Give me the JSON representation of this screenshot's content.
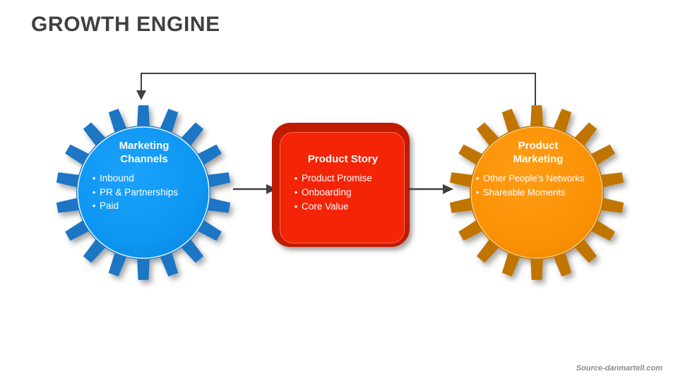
{
  "slide": {
    "title": "GROWTH ENGINE",
    "source": "Source-danmartell.com",
    "background": "#ffffff"
  },
  "colors": {
    "title_text": "#414141",
    "source_text": "#8c8c8c",
    "blue_fill": "#0d96f2",
    "blue_teeth": "#1a76c4",
    "red_fill": "#f42407",
    "red_frame": "#c11b02",
    "orange_fill": "#fb9104",
    "orange_teeth": "#c07503",
    "connector": "#404040"
  },
  "nodes": [
    {
      "id": "marketing-channels",
      "shape": "gear",
      "title": "Marketing\nChannels",
      "title_line1": "Marketing",
      "title_line2": "Channels",
      "bullets": [
        "Inbound",
        "PR & Partnerships",
        "Paid"
      ],
      "bullet_glyph": "•",
      "fill": "#0d96f2",
      "teeth_fill": "#1a76c4",
      "teeth_count": 18
    },
    {
      "id": "product-story",
      "shape": "rounded-rect",
      "title": "Product Story",
      "bullets": [
        "Product Promise",
        "Onboarding",
        "Core Value"
      ],
      "bullet_glyph": "•",
      "fill": "#f42407",
      "frame_fill": "#c11b02"
    },
    {
      "id": "product-marketing",
      "shape": "gear",
      "title": "Product\nMarketing",
      "title_line1": "Product",
      "title_line2": "Marketing",
      "bullets": [
        "Other People's Networks",
        "Shareable Moments"
      ],
      "bullet_glyph": "•",
      "fill": "#fb9104",
      "teeth_fill": "#c07503",
      "teeth_count": 18
    }
  ],
  "connectors": [
    {
      "id": "blue-to-red",
      "from": "marketing-channels",
      "to": "product-story",
      "style": "straight-arrow",
      "color": "#404040"
    },
    {
      "id": "red-to-orange",
      "from": "product-story",
      "to": "product-marketing",
      "style": "straight-arrow",
      "color": "#404040"
    },
    {
      "id": "feedback-loop",
      "from": "product-marketing",
      "to": "marketing-channels",
      "style": "elbow-arrow-top",
      "color": "#404040"
    }
  ]
}
